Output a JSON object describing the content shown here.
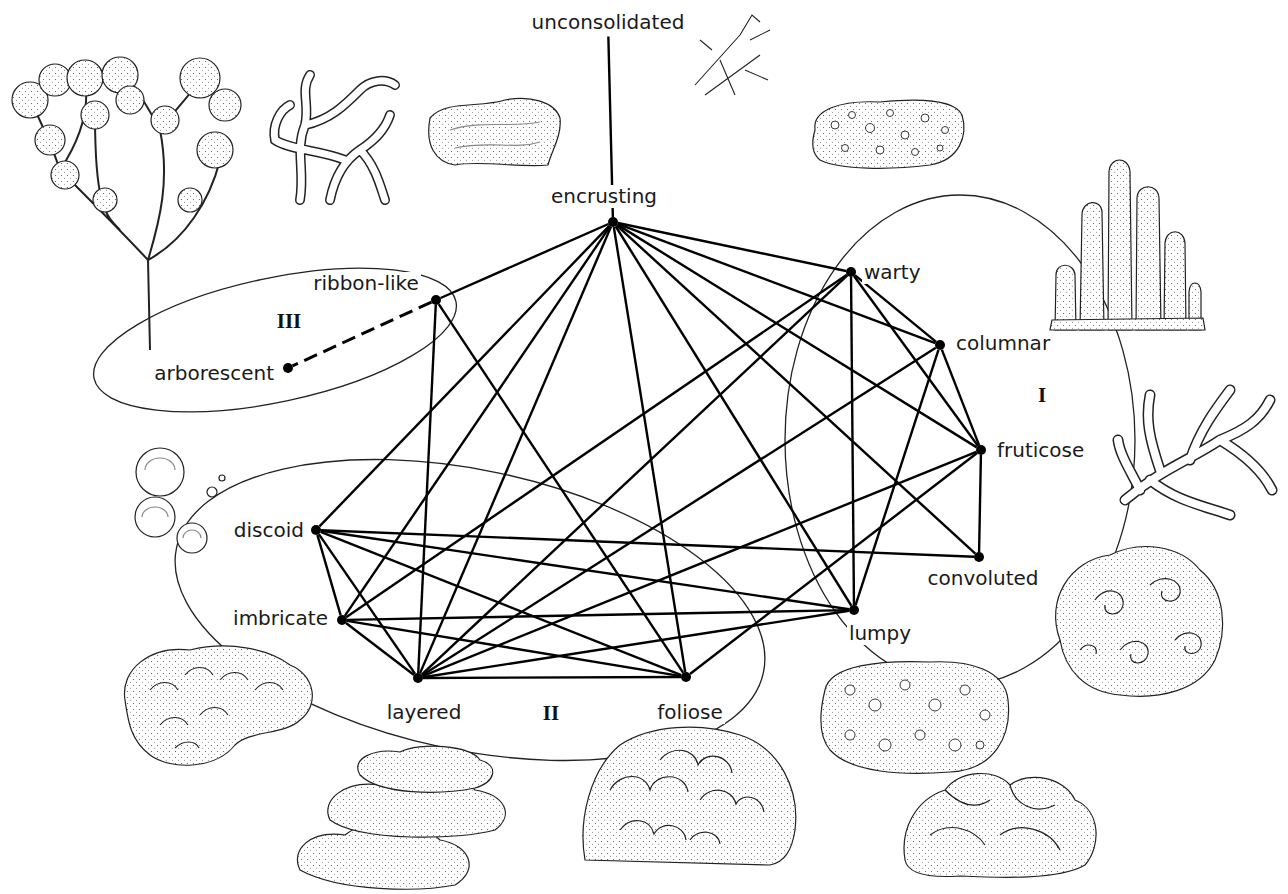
{
  "diagram": {
    "nodes": [
      {
        "text": [
          "unconsolidated"
        ]
      },
      {
        "text": [
          "encrusting"
        ]
      },
      {
        "text": [
          "warty"
        ]
      },
      {
        "text": [
          "ribbon-like"
        ]
      },
      {
        "text": [
          "columnar"
        ]
      },
      {
        "text": [
          "arborescent"
        ]
      },
      {
        "text": [
          "fruticose"
        ]
      },
      {
        "text": [
          "discoid"
        ]
      },
      {
        "text": [
          "convoluted"
        ]
      },
      {
        "text": [
          "imbricate"
        ]
      },
      {
        "text": [
          "lumpy"
        ]
      },
      {
        "text": [
          "layered"
        ]
      },
      {
        "text": [
          "foliose"
        ]
      }
    ],
    "edges": [
      {
        "from": 1,
        "to": 0,
        "arrow": "none"
      },
      {
        "from": 1,
        "to": 3,
        "arrow": "none"
      },
      {
        "from": 1,
        "to": 7,
        "arrow": "none"
      },
      {
        "from": 1,
        "to": 9,
        "arrow": "none"
      },
      {
        "from": 1,
        "to": 11,
        "arrow": "none"
      },
      {
        "from": 1,
        "to": 12,
        "arrow": "none"
      },
      {
        "from": 1,
        "to": 10,
        "arrow": "none"
      },
      {
        "from": 1,
        "to": 8,
        "arrow": "none"
      },
      {
        "from": 1,
        "to": 6,
        "arrow": "none"
      },
      {
        "from": 1,
        "to": 4,
        "arrow": "none"
      },
      {
        "from": 1,
        "to": 2,
        "arrow": "none"
      },
      {
        "from": 2,
        "to": 4,
        "arrow": "none"
      },
      {
        "from": 2,
        "to": 6,
        "arrow": "none"
      },
      {
        "from": 2,
        "to": 10,
        "arrow": "none"
      },
      {
        "from": 2,
        "to": 11,
        "arrow": "none"
      },
      {
        "from": 2,
        "to": 9,
        "arrow": "none"
      },
      {
        "from": 4,
        "to": 6,
        "arrow": "none"
      },
      {
        "from": 4,
        "to": 10,
        "arrow": "none"
      },
      {
        "from": 4,
        "to": 11,
        "arrow": "none"
      },
      {
        "from": 6,
        "to": 8,
        "arrow": "none"
      },
      {
        "from": 6,
        "to": 11,
        "arrow": "none"
      },
      {
        "from": 6,
        "to": 12,
        "arrow": "none"
      },
      {
        "from": 7,
        "to": 9,
        "arrow": "none"
      },
      {
        "from": 7,
        "to": 11,
        "arrow": "none"
      },
      {
        "from": 7,
        "to": 12,
        "arrow": "none"
      },
      {
        "from": 7,
        "to": 10,
        "arrow": "none"
      },
      {
        "from": 7,
        "to": 8,
        "arrow": "none"
      },
      {
        "from": 3,
        "to": 11,
        "arrow": "none"
      },
      {
        "from": 3,
        "to": 12,
        "arrow": "none"
      },
      {
        "from": 3,
        "to": 5,
        "arrow": "none"
      },
      {
        "from": 9,
        "to": 11,
        "arrow": "none"
      },
      {
        "from": 9,
        "to": 12,
        "arrow": "none"
      },
      {
        "from": 9,
        "to": 10,
        "arrow": "none"
      },
      {
        "from": 11,
        "to": 12,
        "arrow": "none"
      },
      {
        "from": 11,
        "to": 10,
        "arrow": "none"
      }
    ],
    "labels": [
      "III",
      "I",
      "II"
    ]
  }
}
